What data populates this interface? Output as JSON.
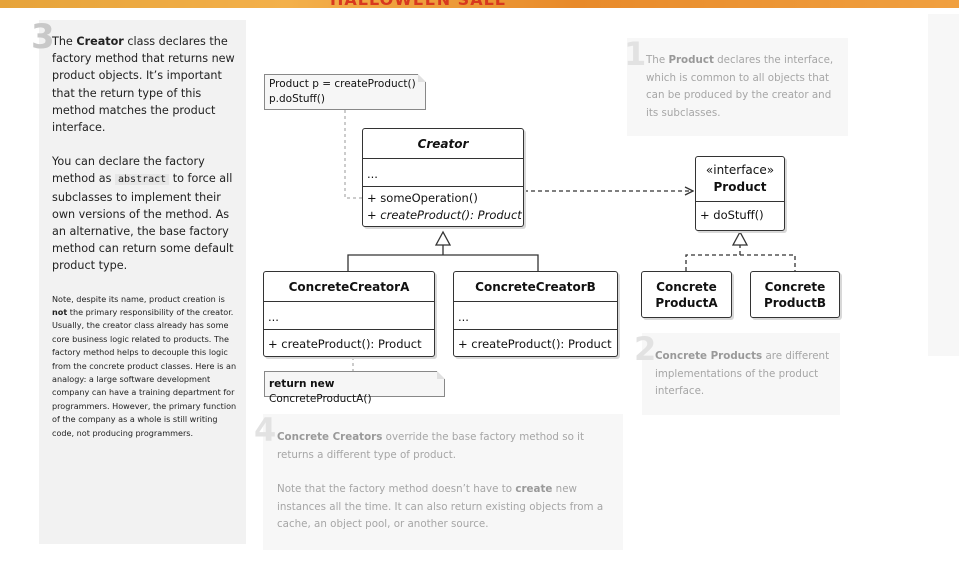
{
  "banner": {
    "text": "HALLOWEEN SALE"
  },
  "notes": {
    "n3": {
      "number": "3",
      "p1_pre": "The ",
      "p1_bold": "Creator",
      "p1_post": " class declares the factory method that returns new product objects. It’s important that the return type of this method matches the product interface.",
      "p2_pre": "You can declare the factory method as ",
      "p2_code": "abstract",
      "p2_post": " to force all subclasses to implement their own versions of the method. As an alternative, the base factory method can return some default product type.",
      "p3_pre": "Note, despite its name, product creation is ",
      "p3_bold": "not",
      "p3_post": " the primary responsibility of the creator. Usually, the creator class already has some core business logic related to products. The factory method helps to decouple this logic from the concrete product classes. Here is an analogy: a large software development company can have a training department for programmers. However, the primary function of the company as a whole is still writing code, not producing programmers."
    },
    "n1": {
      "number": "1",
      "pre": "The ",
      "bold": "Product",
      "post": " declares the interface, which is common to all objects that can be produced by the creator and its subclasses."
    },
    "n2": {
      "number": "2",
      "bold": "Concrete Products",
      "post": " are different implementations of the product interface."
    },
    "n4": {
      "number": "4",
      "bold": "Concrete Creators",
      "post": " override the base factory method so it returns a different type of product.",
      "p2_pre": "Note that the factory method doesn’t have to ",
      "p2_bold": "create",
      "p2_post": " new instances all the time. It can also return existing objects from a cache, an object pool, or another source."
    }
  },
  "uml": {
    "creator": {
      "name": "Creator",
      "fields": "...",
      "op1": "+ someOperation()",
      "op2": "+ createProduct(): Product"
    },
    "ccA": {
      "name": "ConcreteCreatorA",
      "fields": "...",
      "op": "+ createProduct(): Product"
    },
    "ccB": {
      "name": "ConcreteCreatorB",
      "fields": "...",
      "op": "+ createProduct(): Product"
    },
    "product": {
      "stereotype": "«interface»",
      "name": "Product",
      "op": "+ doStuff()"
    },
    "cpA": {
      "line1": "Concrete",
      "line2": "ProductA"
    },
    "cpB": {
      "line1": "Concrete",
      "line2": "ProductB"
    }
  },
  "code": {
    "c1_line1": "Product p = createProduct()",
    "c1_line2": "p.doStuff()",
    "c2_kw": "return new",
    "c2_rest": " ConcreteProductA()"
  }
}
